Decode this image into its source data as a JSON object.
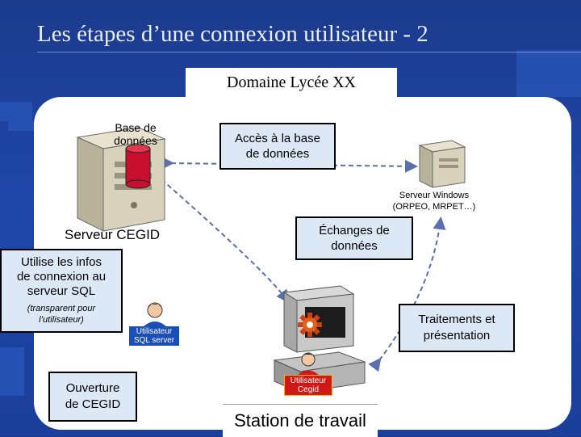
{
  "slide": {
    "title": "Les étapes d’une connexion utilisateur - 2",
    "domain_label": "Domaine Lycée XX"
  },
  "labels": {
    "db_label_line1": "Base de",
    "db_label_line2": "données",
    "server_cegid": "Serveur CEGID",
    "server_windows_line1": "Serveur Windows",
    "server_windows_line2": "(ORPEO, MRPET…)",
    "station": "Station de travail",
    "badge_sql_line1": "Utilisateur",
    "badge_sql_line2": "SQL server",
    "badge_cegid_line1": "Utilisateur",
    "badge_cegid_line2": "Cegid"
  },
  "callouts": {
    "acces_line1": "Accès à la base",
    "acces_line2": "de données",
    "echanges_line1": "Échanges de",
    "echanges_line2": "données",
    "utilise_line1": "Utilise les infos",
    "utilise_line2": "de connexion au",
    "utilise_line3": "serveur SQL",
    "transparent_line1": "(transparent pour",
    "transparent_line2": "l’utilisateur)",
    "traitements_line1": "Traitements et",
    "traitements_line2": "présentation",
    "ouverture_line1": "Ouverture",
    "ouverture_line2": "de CEGID"
  },
  "colors": {
    "background": "#1b3a8c",
    "callout_fill": "#dde8f7",
    "arrow": "#5a6fb0",
    "db_cylinder": "#c8102e",
    "badge_blue": "#1a4fb8",
    "badge_red": "#d01818"
  },
  "icons": [
    "server-tower-icon",
    "database-cylinder-icon",
    "workstation-computer-icon",
    "gear-icon",
    "user-icon"
  ]
}
